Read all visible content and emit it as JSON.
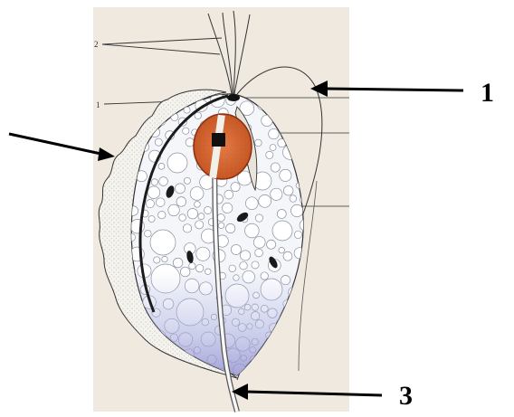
{
  "figure": {
    "callout_labels": [
      "1",
      "3"
    ],
    "inner_labels": [
      "2",
      "1"
    ],
    "colors": {
      "paper": "#efe9e0",
      "cell_fill": "#f4f6fa",
      "vacuole_stroke": "#8a8fa0",
      "nucleus": "#d4622d",
      "nucleus_dark": "#8a2d10",
      "posterior_tint": "#b3b8e6",
      "arrow": "#000000"
    }
  }
}
